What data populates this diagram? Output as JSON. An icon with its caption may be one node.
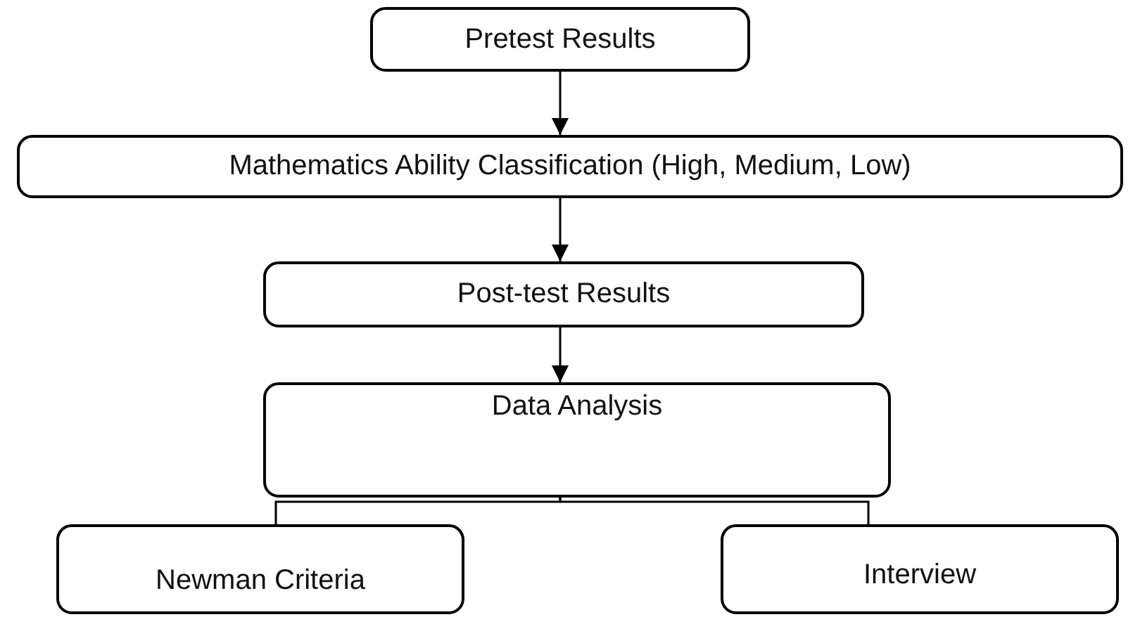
{
  "diagram": {
    "nodes": [
      {
        "text": [
          "Pretest Results"
        ]
      },
      {
        "text": [
          "Mathematics Ability Classification (High, Medium, Low)"
        ]
      },
      {
        "text": [
          "Post-test Results"
        ]
      },
      {
        "text": [
          "Data Analysis"
        ]
      },
      {
        "text": [
          "Newman Criteria"
        ]
      },
      {
        "text": [
          "Interview"
        ]
      }
    ],
    "edges": [
      {
        "from": 0,
        "to": 1,
        "arrow": "to"
      },
      {
        "from": 1,
        "to": 2,
        "arrow": "to"
      },
      {
        "from": 2,
        "to": 3,
        "arrow": "to"
      },
      {
        "from": 3,
        "to": 4,
        "arrow": "none"
      },
      {
        "from": 3,
        "to": 5,
        "arrow": "none"
      }
    ]
  }
}
